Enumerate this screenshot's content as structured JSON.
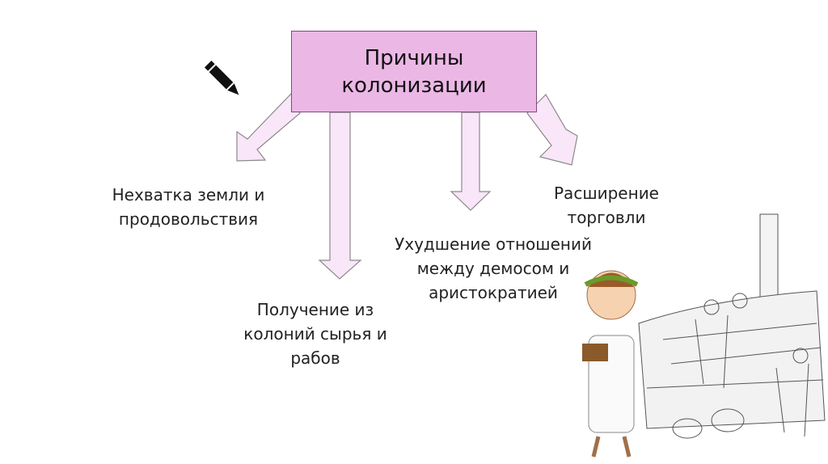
{
  "title": "Причины колонизации",
  "title_lines": [
    "Причины",
    "колонизации"
  ],
  "causes": [
    {
      "lines": [
        "Нехватка земли и",
        "продовольствия"
      ]
    },
    {
      "lines": [
        "Получение из",
        "колоний сырья и",
        "рабов"
      ]
    },
    {
      "lines": [
        "Ухудшение отношений",
        "между демосом и",
        "аристократией"
      ]
    },
    {
      "lines": [
        "Расширение",
        "торговли"
      ]
    }
  ],
  "colors": {
    "box_fill": "#ebb8e6",
    "box_border": "#7d4a7d",
    "arrow_fill": "#f9e6f8",
    "arrow_stroke": "#8a8a8a"
  }
}
